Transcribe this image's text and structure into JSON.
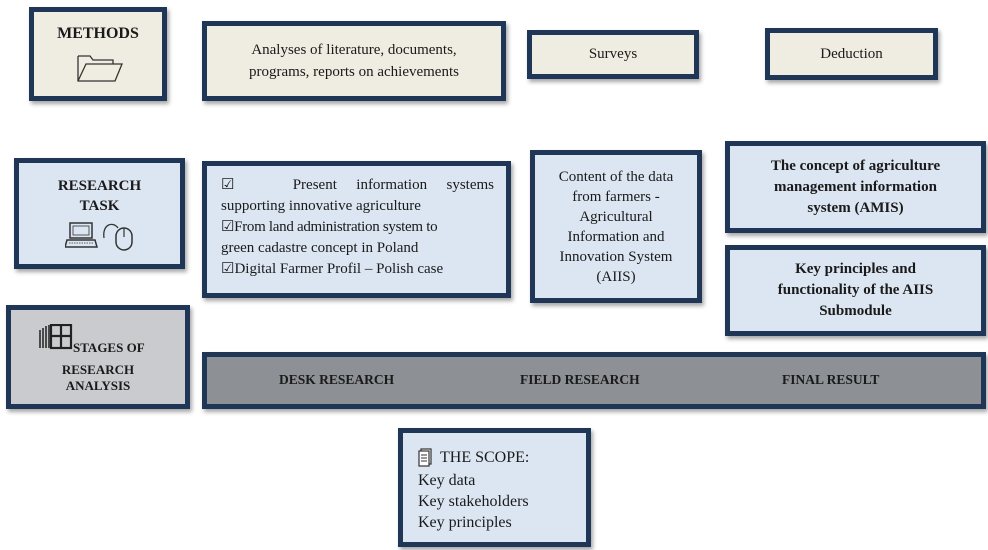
{
  "methods": {
    "title": "METHODS",
    "icon": "folder-icon",
    "items": [
      "Analyses of literature, documents,",
      "programs, reports on achievements"
    ],
    "surveys": "Surveys",
    "deduction": "Deduction"
  },
  "research_task": {
    "title_1": "RESEARCH",
    "title_2": "TASK",
    "icons": [
      "laptop-icon",
      "mouse-icon"
    ],
    "desk_items": [
      "Present information systems",
      "supporting innovative agriculture",
      "From land administration system to",
      "green cadastre concept in Poland",
      "Digital Farmer Profil – Polish case"
    ],
    "checkbox_glyph": "☑",
    "field_text": [
      "Content of the data",
      "from farmers -",
      "Agricultural",
      "Information and",
      "Innovation System",
      "(AIIS)"
    ],
    "final_1": [
      "The concept of agriculture",
      "management information",
      "system (AMIS)"
    ],
    "final_2": [
      "Key principles and",
      "functionality of the AIIS",
      "Submodule"
    ]
  },
  "stages": {
    "title_1": "STAGES OF",
    "title_2": "RESEARCH",
    "title_3": "ANALYSIS",
    "icon": "building-icon",
    "labels": {
      "desk": "DESK RESEARCH",
      "field": "FIELD RESEARCH",
      "final": "FINAL RESULT"
    }
  },
  "scope": {
    "icon": "document-icon",
    "title": "THE SCOPE:",
    "items": [
      "Key data",
      "Key stakeholders",
      "Key principles"
    ]
  },
  "colors": {
    "border": "#1f3656",
    "beige": "#efece1",
    "blue": "#dce6f2",
    "grey": "#c9cbce",
    "bar": "#8d9094"
  }
}
